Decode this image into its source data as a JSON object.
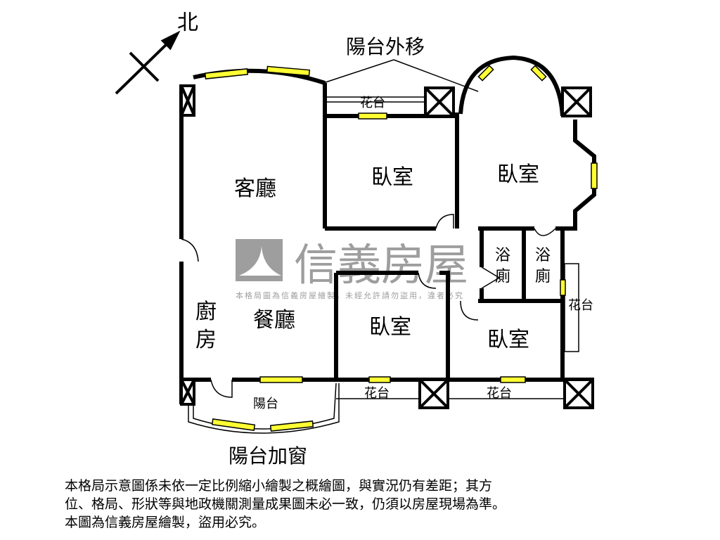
{
  "compass": {
    "north_label": "北"
  },
  "annotations": {
    "balcony_moved_out": "陽台外移",
    "balcony_window_added": "陽台加窗"
  },
  "rooms": {
    "living_room": "客廳",
    "dining_room": "餐廳",
    "kitchen": [
      "廚",
      "房"
    ],
    "bedroom_1": "臥室",
    "bedroom_2": "臥室",
    "bedroom_3": "臥室",
    "bedroom_4": "臥室",
    "bathroom_1": [
      "浴",
      "廁"
    ],
    "bathroom_2": [
      "浴",
      "廁"
    ],
    "balcony": "陽台",
    "planter_top": "花台",
    "planter_right": "花台",
    "planter_bottom_1": "花台",
    "planter_bottom_2": "花台"
  },
  "watermark": {
    "brand": "信義房屋",
    "notice": "本格局圖為信義房屋繪製，未經允許請勿盜用，違者必究",
    "color": "#9e9e9e"
  },
  "colors": {
    "wall": "#000000",
    "window": "#ffff33"
  },
  "disclaimer": [
    "本格局示意圖係未依一定比例縮小繪製之概繪圖，與實況仍有差距；其方",
    "位、格局、形狀等與地政機關測量成果圖未必一致，仍須以房屋現場為準。",
    "本圖為信義房屋繪製，盜用必究。"
  ]
}
